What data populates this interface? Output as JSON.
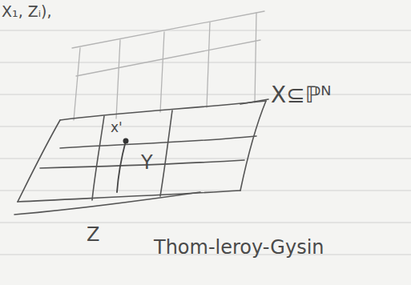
{
  "diagram": {
    "labels": [
      "X₁, Zᵢ),",
      "x'",
      "Y",
      "X⊆ℙᴺ",
      "Z",
      "Thom-leroy-Gysin"
    ]
  }
}
